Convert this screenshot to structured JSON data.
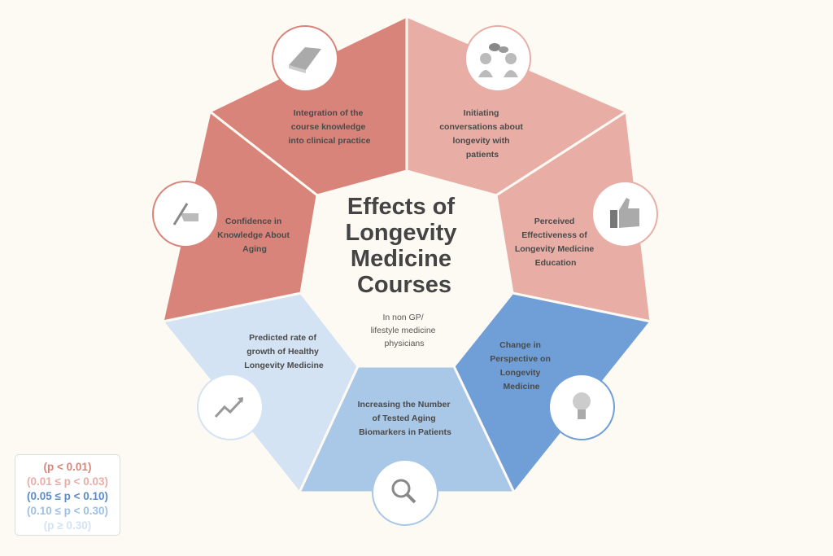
{
  "title": [
    "Effects of",
    "Longevity",
    "Medicine",
    "Courses"
  ],
  "subtitle": [
    "In non GP/",
    "lifestyle medicine",
    "physicians"
  ],
  "colors": {
    "p001": "#d9847a",
    "p003": "#e8aea6",
    "p010": "#6f9fd6",
    "p030": "#a9c7e6",
    "p_high": "#d3e3f3"
  },
  "segments": [
    {
      "lines": [
        "Integration of the",
        "course knowledge",
        "into clinical practice"
      ],
      "icon": "book-icon"
    },
    {
      "lines": [
        "Initiating",
        "conversations about",
        "longevity with",
        "patients"
      ],
      "icon": "conversation-icon"
    },
    {
      "lines": [
        "Perceived",
        "Effectiveness of",
        "Longevity Medicine",
        "Education"
      ],
      "icon": "thumbs-up-icon"
    },
    {
      "lines": [
        "Change in",
        "Perspective on",
        "Longevity",
        "Medicine"
      ],
      "icon": "lightbulb-icon"
    },
    {
      "lines": [
        "Increasing the Number",
        "of Tested Aging",
        "Biomarkers in Patients"
      ],
      "icon": "magnifier-icon"
    },
    {
      "lines": [
        "Predicted rate of",
        "growth of Healthy",
        "Longevity Medicine"
      ],
      "icon": "trend-up-icon"
    },
    {
      "lines": [
        "Confidence in",
        "Knowledge About",
        "Aging"
      ],
      "icon": "pen-hand-icon"
    }
  ],
  "legend": [
    "(p < 0.01)",
    "(0.01 ≤ p < 0.03)",
    "(0.05 ≤ p < 0.10)",
    "(0.10 ≤ p < 0.30)",
    "(p ≥ 0.30)"
  ]
}
